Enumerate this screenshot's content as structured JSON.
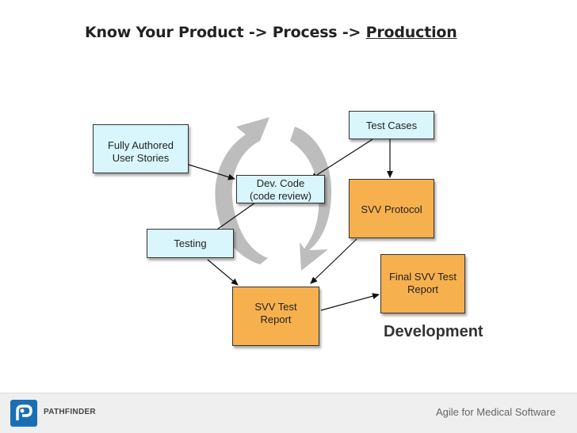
{
  "title": {
    "part1": "Know Your Product -> Process -> ",
    "part2": "Production"
  },
  "diagram": {
    "boxes": {
      "user_stories": {
        "line1": "Fully Authored",
        "line2": "User Stories"
      },
      "dev_code": {
        "line1": "Dev. Code",
        "line2": "(code review)"
      },
      "test_cases": {
        "line1": "Test Cases"
      },
      "svv_protocol": {
        "line1": "SVV Protocol"
      },
      "testing": {
        "line1": "Testing"
      },
      "final_svv": {
        "line1": "Final SVV Test",
        "line2": "Report"
      },
      "svv_report": {
        "line1": "SVV Test",
        "line2": "Report"
      }
    },
    "phase_label": "Development"
  },
  "footer": {
    "logo_text": "PATHFINDER",
    "tagline": "Agile for Medical Software"
  },
  "colors": {
    "blue_box": "#d8f6fb",
    "orange_box": "#f7b04e",
    "cycle_arrows": "#bdbdbd",
    "brand": "#1a6fb4"
  }
}
